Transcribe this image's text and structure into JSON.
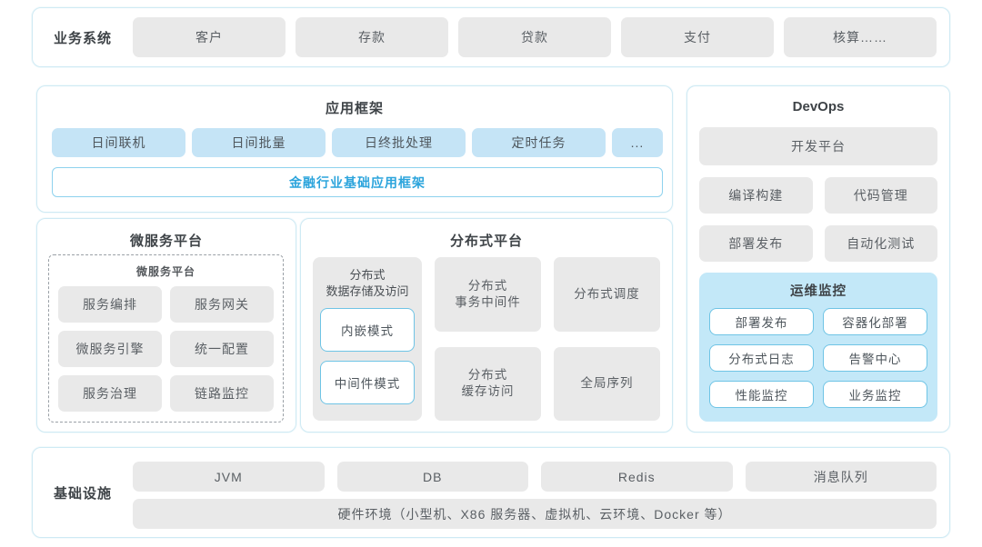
{
  "business": {
    "label": "业务系统",
    "items": [
      "客户",
      "存款",
      "贷款",
      "支付",
      "核算……"
    ]
  },
  "app_framework": {
    "title": "应用框架",
    "items": [
      "日间联机",
      "日间批量",
      "日终批处理",
      "定时任务",
      "..."
    ],
    "base": "金融行业基础应用框架"
  },
  "microservice": {
    "title": "微服务平台",
    "inner_title": "微服务平台",
    "items": [
      "服务编排",
      "服务网关",
      "微服务引擎",
      "统一配置",
      "服务治理",
      "链路监控"
    ]
  },
  "distributed": {
    "title": "分布式平台",
    "storage": {
      "label": "分布式\n数据存储及访问",
      "modes": [
        "内嵌模式",
        "中间件模式"
      ]
    },
    "cells": [
      "分布式\n事务中间件",
      "分布式调度",
      "分布式\n缓存访问",
      "全局序列"
    ]
  },
  "devops": {
    "title": "DevOps",
    "platform": "开发平台",
    "items": [
      "编译构建",
      "代码管理",
      "部署发布",
      "自动化测试"
    ],
    "ops": {
      "title": "运维监控",
      "items": [
        "部署发布",
        "容器化部署",
        "分布式日志",
        "告警中心",
        "性能监控",
        "业务监控"
      ]
    }
  },
  "infrastructure": {
    "label": "基础设施",
    "items": [
      "JVM",
      "DB",
      "Redis",
      "消息队列"
    ],
    "hardware": "硬件环境（小型机、X86 服务器、虚拟机、云环境、Docker 等）"
  },
  "colors": {
    "accent_blue_text": "#2ba4dc",
    "light_blue_box": "#c5e4f6",
    "ops_panel_blue": "#c3e8f8",
    "white_box_border": "#6fc4e5",
    "gray_box": "#e9e9e9",
    "container_border": "#cfeaf4"
  }
}
